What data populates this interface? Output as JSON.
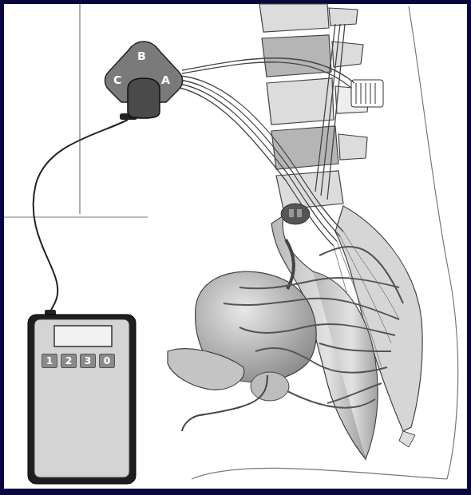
{
  "diagram": {
    "nodes": [
      {
        "text": [
          "B",
          "C",
          "A"
        ]
      },
      {
        "text": [
          "1"
        ]
      },
      {
        "text": [
          "2"
        ]
      },
      {
        "text": [
          "3"
        ]
      },
      {
        "text": [
          "0"
        ]
      }
    ]
  }
}
